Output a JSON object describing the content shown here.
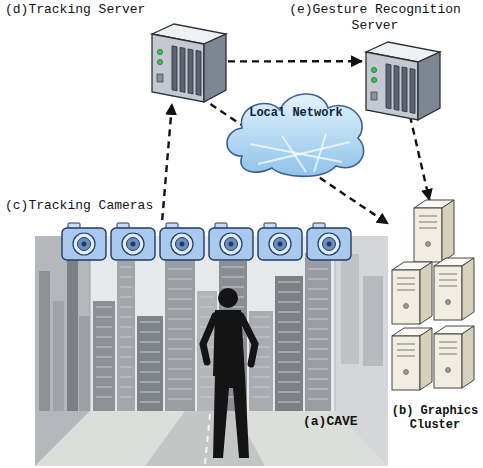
{
  "diagram": {
    "nodes": [
      {
        "text": [
          "(d)Tracking Server"
        ]
      },
      {
        "text": [
          "(e)Gesture Recognition Server"
        ]
      },
      {
        "text": [
          "Local Network"
        ]
      },
      {
        "text": [
          "(c)Tracking Cameras"
        ]
      },
      {
        "text": [
          "(a)CAVE"
        ]
      },
      {
        "text": [
          "(b) Graphics Cluster"
        ]
      }
    ],
    "edges": [
      {
        "from": 3,
        "to": 0,
        "arrow": "to"
      },
      {
        "from": 0,
        "to": 1,
        "arrow": "to"
      },
      {
        "from": 0,
        "to": 5,
        "arrow": "to"
      },
      {
        "from": 1,
        "to": 5,
        "arrow": "to"
      }
    ]
  }
}
